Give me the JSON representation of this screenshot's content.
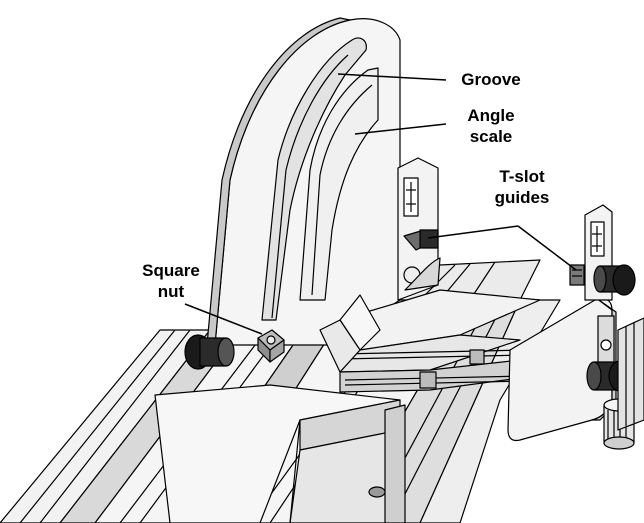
{
  "labels": {
    "groove": "Groove",
    "angle_scale": [
      "Angle",
      "scale"
    ],
    "tslot_guides": [
      "T-slot",
      "guides"
    ],
    "square_nut": [
      "Square",
      "nut"
    ]
  },
  "colors": {
    "line": "#000000",
    "metal_light": "#f2f2f2",
    "metal_mid": "#d9d9d9",
    "metal_dark": "#a8a8a8",
    "knob": "#1a1a1a"
  }
}
